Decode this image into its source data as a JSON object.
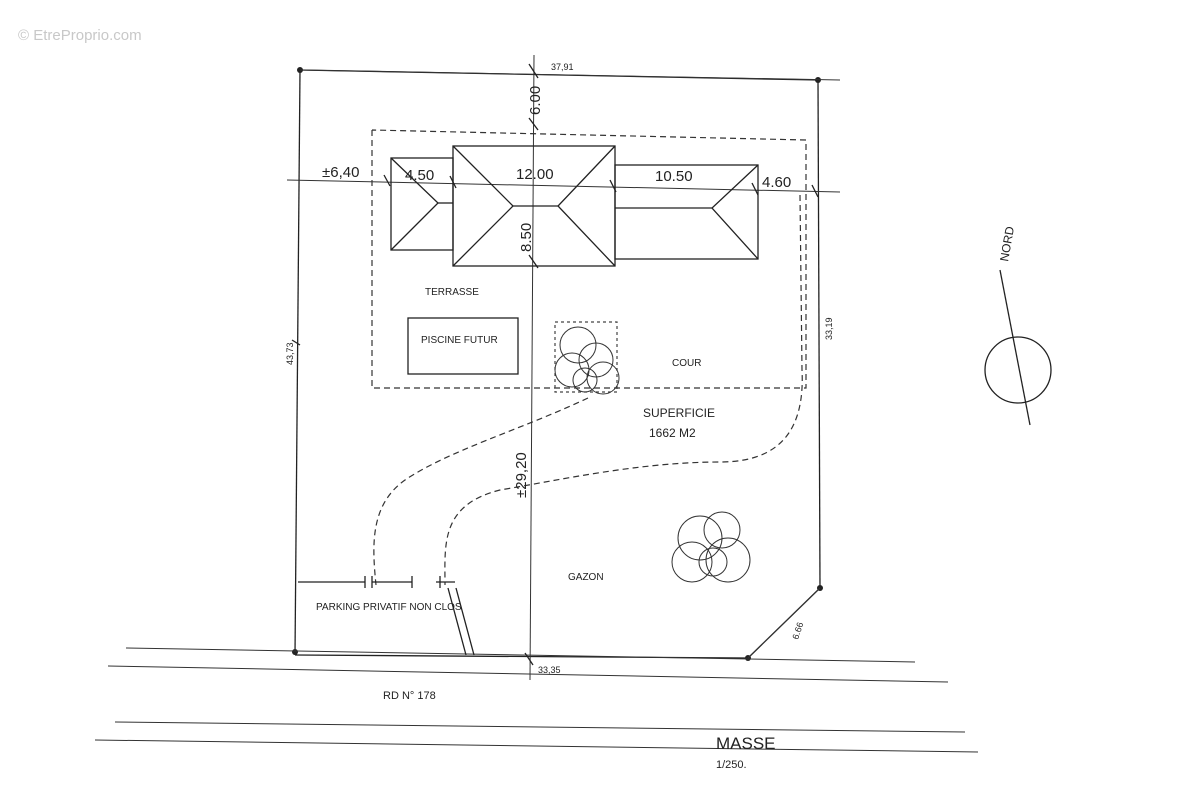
{
  "watermark": "© EtreProprio.com",
  "dimensions": {
    "top": "37,91",
    "setback_top": "6.00",
    "left_offset": "±6,40",
    "wing_left": "4.50",
    "main_block": "12.00",
    "wing_right": "10.50",
    "right_offset": "4.60",
    "depth": "8.50",
    "left_side": "43,73",
    "right_side": "33,19",
    "center": "±29,20",
    "bottom": "33,35",
    "corner": "6.66"
  },
  "labels": {
    "terrace": "TERRASSE",
    "pool": "PISCINE FUTUR",
    "court": "COUR",
    "area_label": "SUPERFICIE",
    "area_value": "1662 M2",
    "lawn": "GAZON",
    "parking": "PARKING PRIVATIF NON CLOS",
    "road": "RD N° 178",
    "north": "NORD"
  },
  "title": {
    "name": "MASSE",
    "scale": "1/250."
  }
}
